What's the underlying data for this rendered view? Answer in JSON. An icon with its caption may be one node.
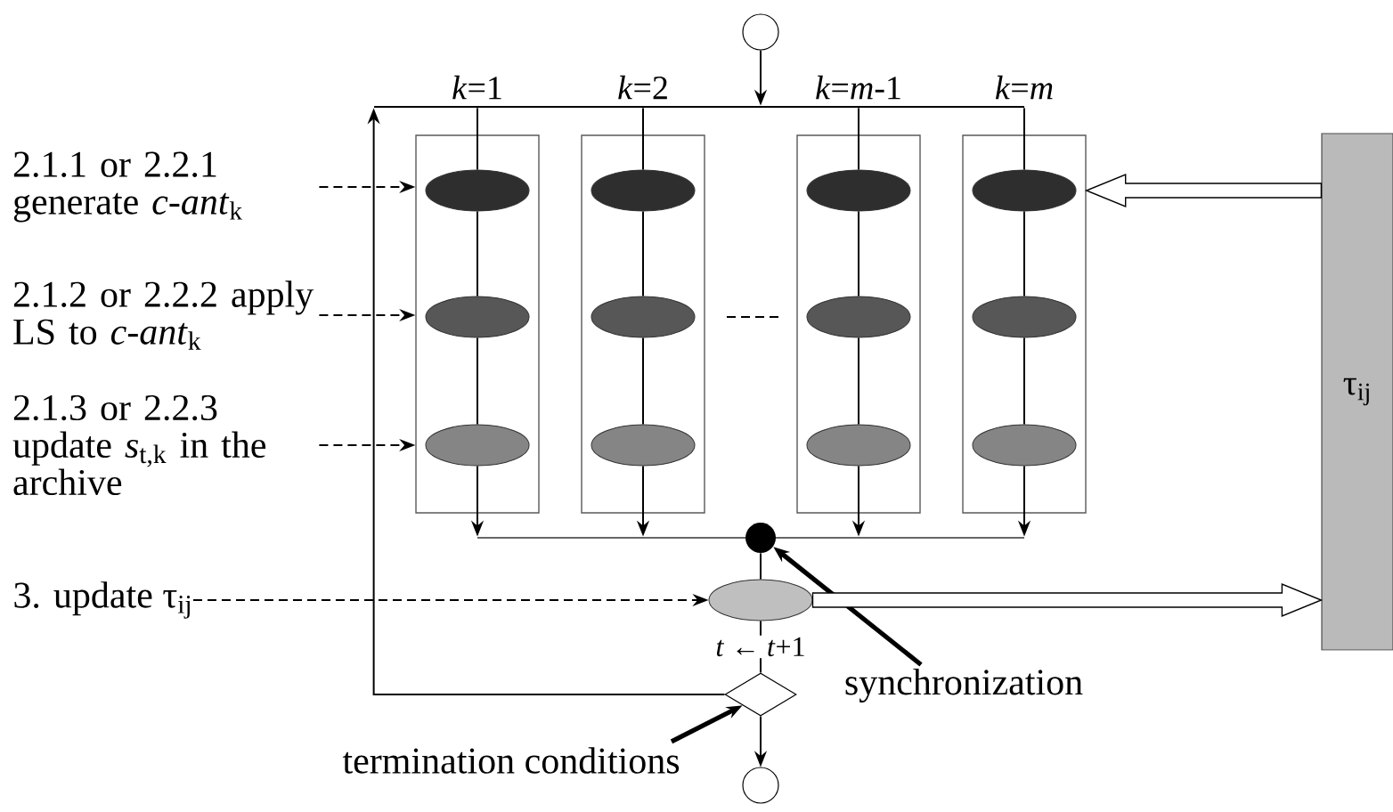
{
  "diagram": {
    "nodes": [
      {
        "text": [],
        "shape": "circle"
      },
      {
        "text": [],
        "shape": "bar"
      },
      {
        "text": [
          "*k*=1"
        ]
      },
      {
        "text": [],
        "shape": "ellipse",
        "in": 2
      },
      {
        "text": [],
        "shape": "ellipse",
        "in": 2
      },
      {
        "text": [],
        "shape": "ellipse",
        "in": 2
      },
      {
        "text": [
          "*k*=2"
        ]
      },
      {
        "text": [],
        "shape": "ellipse",
        "in": 6
      },
      {
        "text": [],
        "shape": "ellipse",
        "in": 6
      },
      {
        "text": [],
        "shape": "ellipse",
        "in": 6
      },
      {
        "text": [
          "*k*=*m*-1"
        ]
      },
      {
        "text": [],
        "shape": "ellipse",
        "in": 10
      },
      {
        "text": [],
        "shape": "ellipse",
        "in": 10
      },
      {
        "text": [],
        "shape": "ellipse",
        "in": 10
      },
      {
        "text": [
          "*k*=*m*"
        ]
      },
      {
        "text": [],
        "shape": "ellipse",
        "in": 14
      },
      {
        "text": [],
        "shape": "ellipse",
        "in": 14
      },
      {
        "text": [],
        "shape": "ellipse",
        "in": 14
      },
      {
        "text": [],
        "shape": "bar"
      },
      {
        "text": [],
        "shape": "circle"
      },
      {
        "text": [],
        "shape": "ellipse"
      },
      {
        "text": [],
        "shape": "diamond"
      },
      {
        "text": [],
        "shape": "circle"
      },
      {
        "text": [
          "2.1.1 or 2.2.1 generate *c-ant*$_{k}$"
        ]
      },
      {
        "text": [
          "2.1.2 or 2.2.2 apply LS to *c-ant*$_{k}$"
        ]
      },
      {
        "text": [
          "2.1.3 or 2.2.3 update *s*$_{t,k}$ in the archive"
        ]
      },
      {
        "text": [
          "3. update τ$_{ij}$"
        ]
      },
      {
        "text": [
          "synchronization"
        ]
      },
      {
        "text": [
          "termination conditions"
        ]
      },
      {
        "text": [
          "τ$_{ij}$"
        ]
      }
    ],
    "edges": [
      {
        "from": 0,
        "to": 1,
        "arrow": "to"
      },
      {
        "from": 1,
        "to": 3,
        "arrow": "none"
      },
      {
        "from": 1,
        "to": 7,
        "arrow": "none"
      },
      {
        "from": 1,
        "to": 11,
        "arrow": "none"
      },
      {
        "from": 1,
        "to": 15,
        "arrow": "none"
      },
      {
        "from": 3,
        "to": 4,
        "arrow": "none"
      },
      {
        "from": 4,
        "to": 5,
        "arrow": "none"
      },
      {
        "from": 7,
        "to": 8,
        "arrow": "none"
      },
      {
        "from": 8,
        "to": 9,
        "arrow": "none"
      },
      {
        "from": 11,
        "to": 12,
        "arrow": "none"
      },
      {
        "from": 12,
        "to": 13,
        "arrow": "none"
      },
      {
        "from": 15,
        "to": 16,
        "arrow": "none"
      },
      {
        "from": 16,
        "to": 17,
        "arrow": "none"
      },
      {
        "from": 5,
        "to": 18,
        "arrow": "to"
      },
      {
        "from": 9,
        "to": 18,
        "arrow": "to"
      },
      {
        "from": 13,
        "to": 18,
        "arrow": "to"
      },
      {
        "from": 17,
        "to": 18,
        "arrow": "to"
      },
      {
        "from": 19,
        "to": 20,
        "arrow": "none"
      },
      {
        "from": 20,
        "to": 21,
        "arrow": "none",
        "label": "*t* ← *t*+1"
      },
      {
        "from": 21,
        "to": 22,
        "arrow": "to"
      },
      {
        "from": 21,
        "to": 1,
        "arrow": "to"
      },
      {
        "from": 23,
        "to": 2,
        "arrow": "to",
        "style": "dashed"
      },
      {
        "from": 24,
        "to": 2,
        "arrow": "to",
        "style": "dashed"
      },
      {
        "from": 25,
        "to": 2,
        "arrow": "to",
        "style": "dashed"
      },
      {
        "from": 26,
        "to": 20,
        "arrow": "to",
        "style": "dashed"
      },
      {
        "from": 27,
        "to": 19,
        "arrow": "to",
        "style": "thick"
      },
      {
        "from": 28,
        "to": 21,
        "arrow": "to",
        "style": "thick"
      },
      {
        "from": 29,
        "to": 14,
        "arrow": "to",
        "style": "thick"
      },
      {
        "from": 20,
        "to": 29,
        "arrow": "to",
        "style": "thick"
      }
    ]
  }
}
